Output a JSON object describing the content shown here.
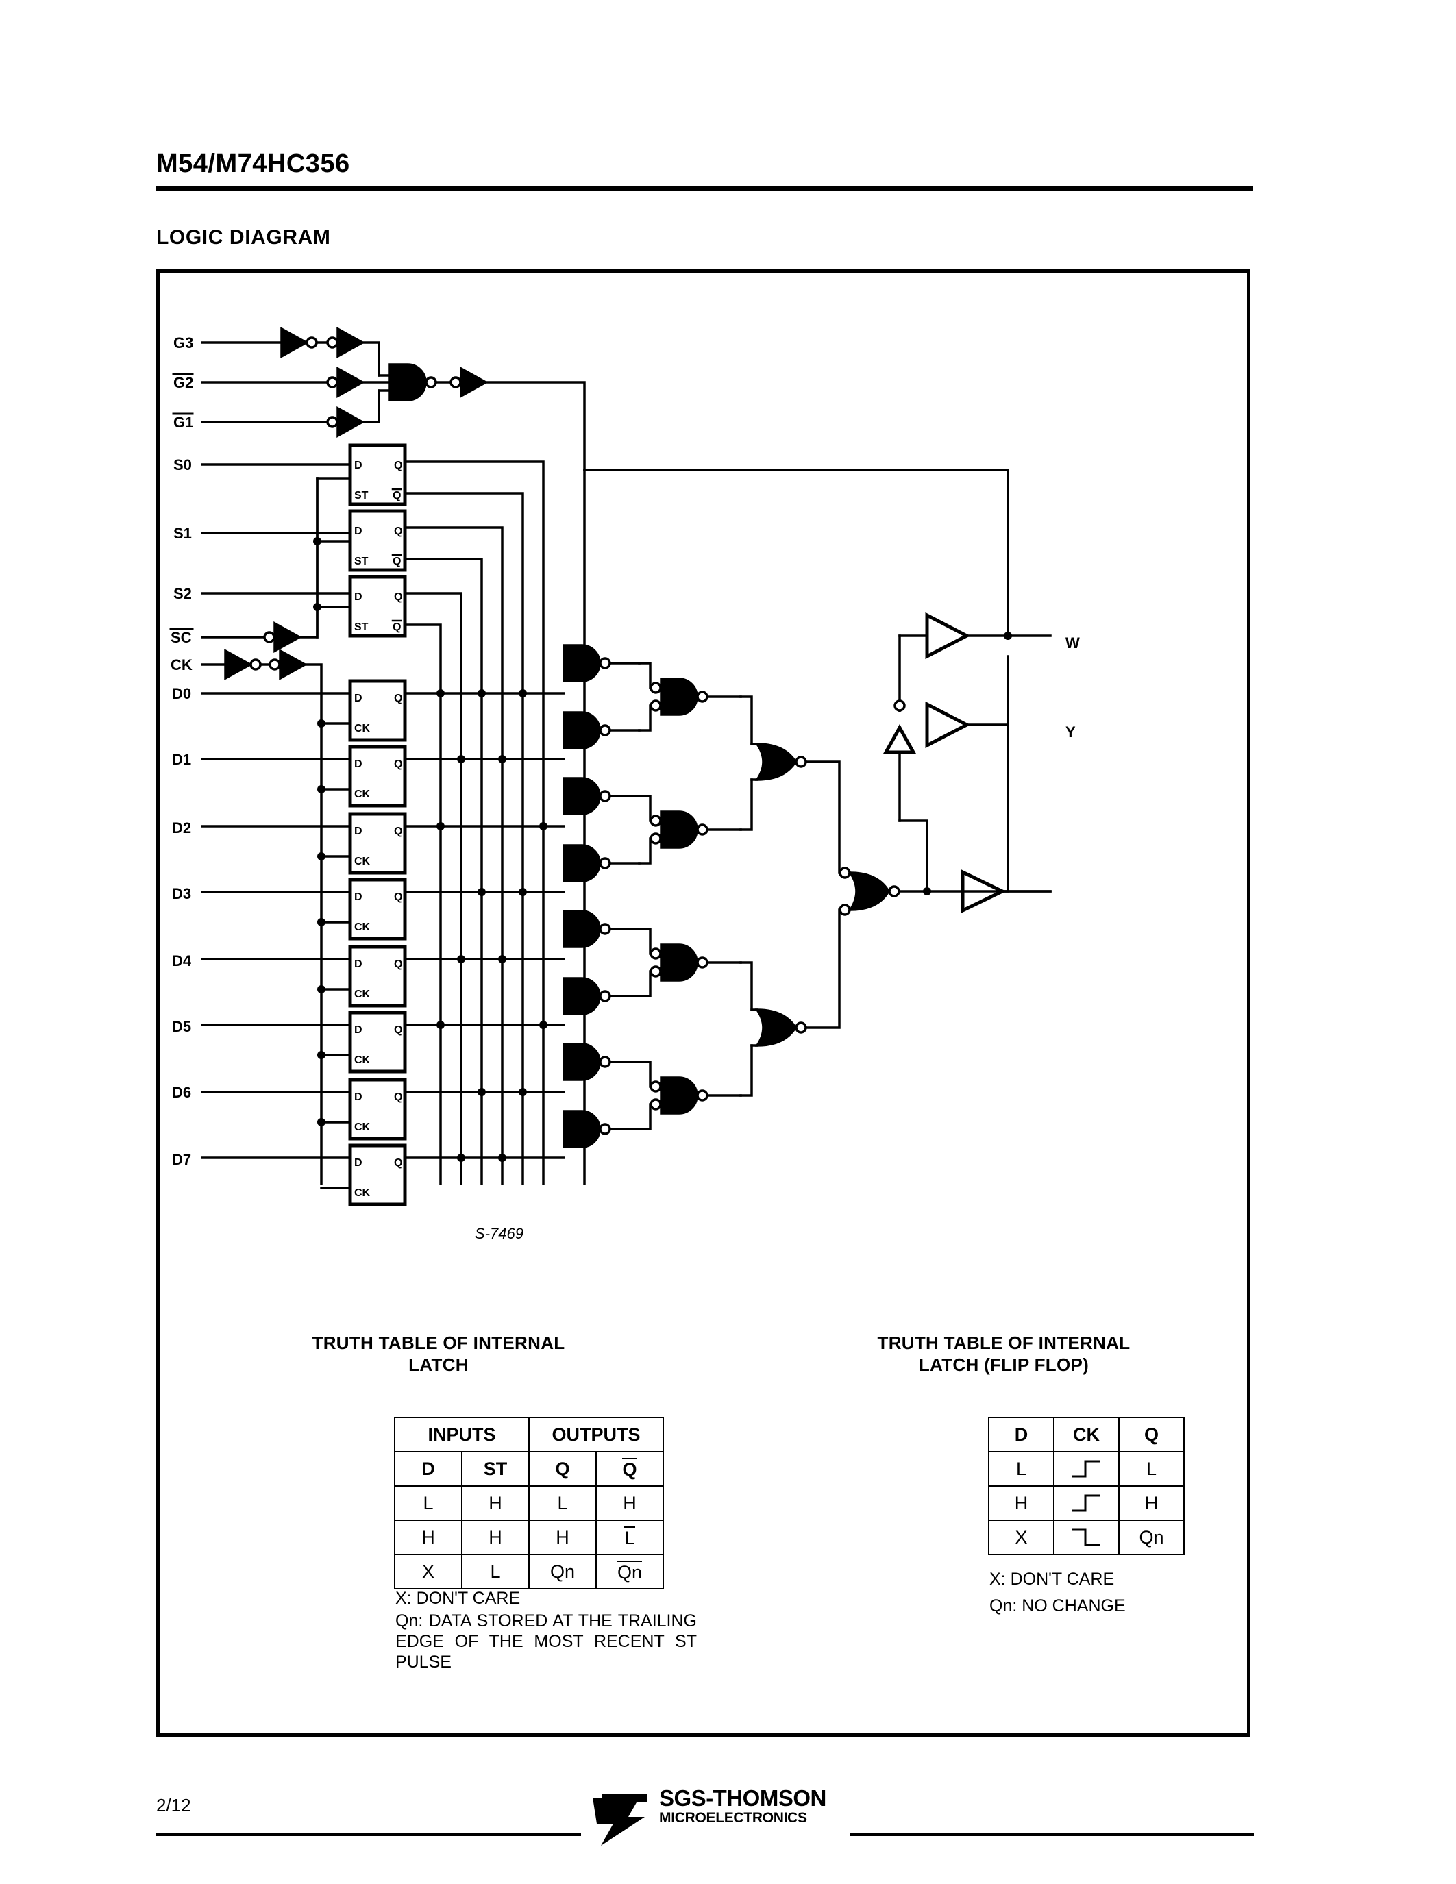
{
  "header": {
    "part_number": "M54/M74HC356",
    "section_title": "LOGIC DIAGRAM"
  },
  "diagram": {
    "drawing_ref": "S-7469",
    "inputs": [
      {
        "label": "G3",
        "overline": false
      },
      {
        "label": "G2",
        "overline": true
      },
      {
        "label": "G1",
        "overline": true
      },
      {
        "label": "S0",
        "overline": false
      },
      {
        "label": "S1",
        "overline": false
      },
      {
        "label": "S2",
        "overline": false
      },
      {
        "label": "SC",
        "overline": true
      },
      {
        "label": "CK",
        "overline": false
      },
      {
        "label": "D0",
        "overline": false
      },
      {
        "label": "D1",
        "overline": false
      },
      {
        "label": "D2",
        "overline": false
      },
      {
        "label": "D3",
        "overline": false
      },
      {
        "label": "D4",
        "overline": false
      },
      {
        "label": "D5",
        "overline": false
      },
      {
        "label": "D6",
        "overline": false
      },
      {
        "label": "D7",
        "overline": false
      }
    ],
    "outputs": [
      {
        "label": "W"
      },
      {
        "label": "Y"
      }
    ],
    "latch_pins": {
      "d": "D",
      "st": "ST",
      "q": "Q",
      "qbar": "Q"
    },
    "ff_pins": {
      "d": "D",
      "ck": "CK",
      "q": "Q"
    }
  },
  "truth_table_latch": {
    "title_line1": "TRUTH TABLE OF INTERNAL",
    "title_line2": "LATCH",
    "group_headers": [
      "INPUTS",
      "OUTPUTS"
    ],
    "columns": [
      "D",
      "ST",
      "Q",
      "Q"
    ],
    "qbar_overlined": true,
    "rows": [
      [
        "L",
        "H",
        "L",
        "H"
      ],
      [
        "H",
        "H",
        "H",
        "L"
      ],
      [
        "X",
        "L",
        "Qn",
        "Qn"
      ]
    ],
    "last_row_qbar_overlined": true,
    "notes": [
      "X: DON'T CARE",
      "Qn: DATA STORED AT THE TRAILING EDGE OF THE MOST RECENT ST PULSE"
    ]
  },
  "truth_table_flipflop": {
    "title_line1": "TRUTH TABLE OF INTERNAL",
    "title_line2": "LATCH (FLIP FLOP)",
    "columns": [
      "D",
      "CK",
      "Q"
    ],
    "rows": [
      {
        "d": "L",
        "ck": "rising-edge",
        "q": "L"
      },
      {
        "d": "H",
        "ck": "rising-edge",
        "q": "H"
      },
      {
        "d": "X",
        "ck": "falling-edge",
        "q": "Qn"
      }
    ],
    "notes": [
      "X: DON'T CARE",
      "Qn: NO CHANGE"
    ]
  },
  "footer": {
    "page_number": "2/12",
    "brand": "SGS-THOMSON",
    "brand_sub": "MICROELECTRONICS"
  }
}
